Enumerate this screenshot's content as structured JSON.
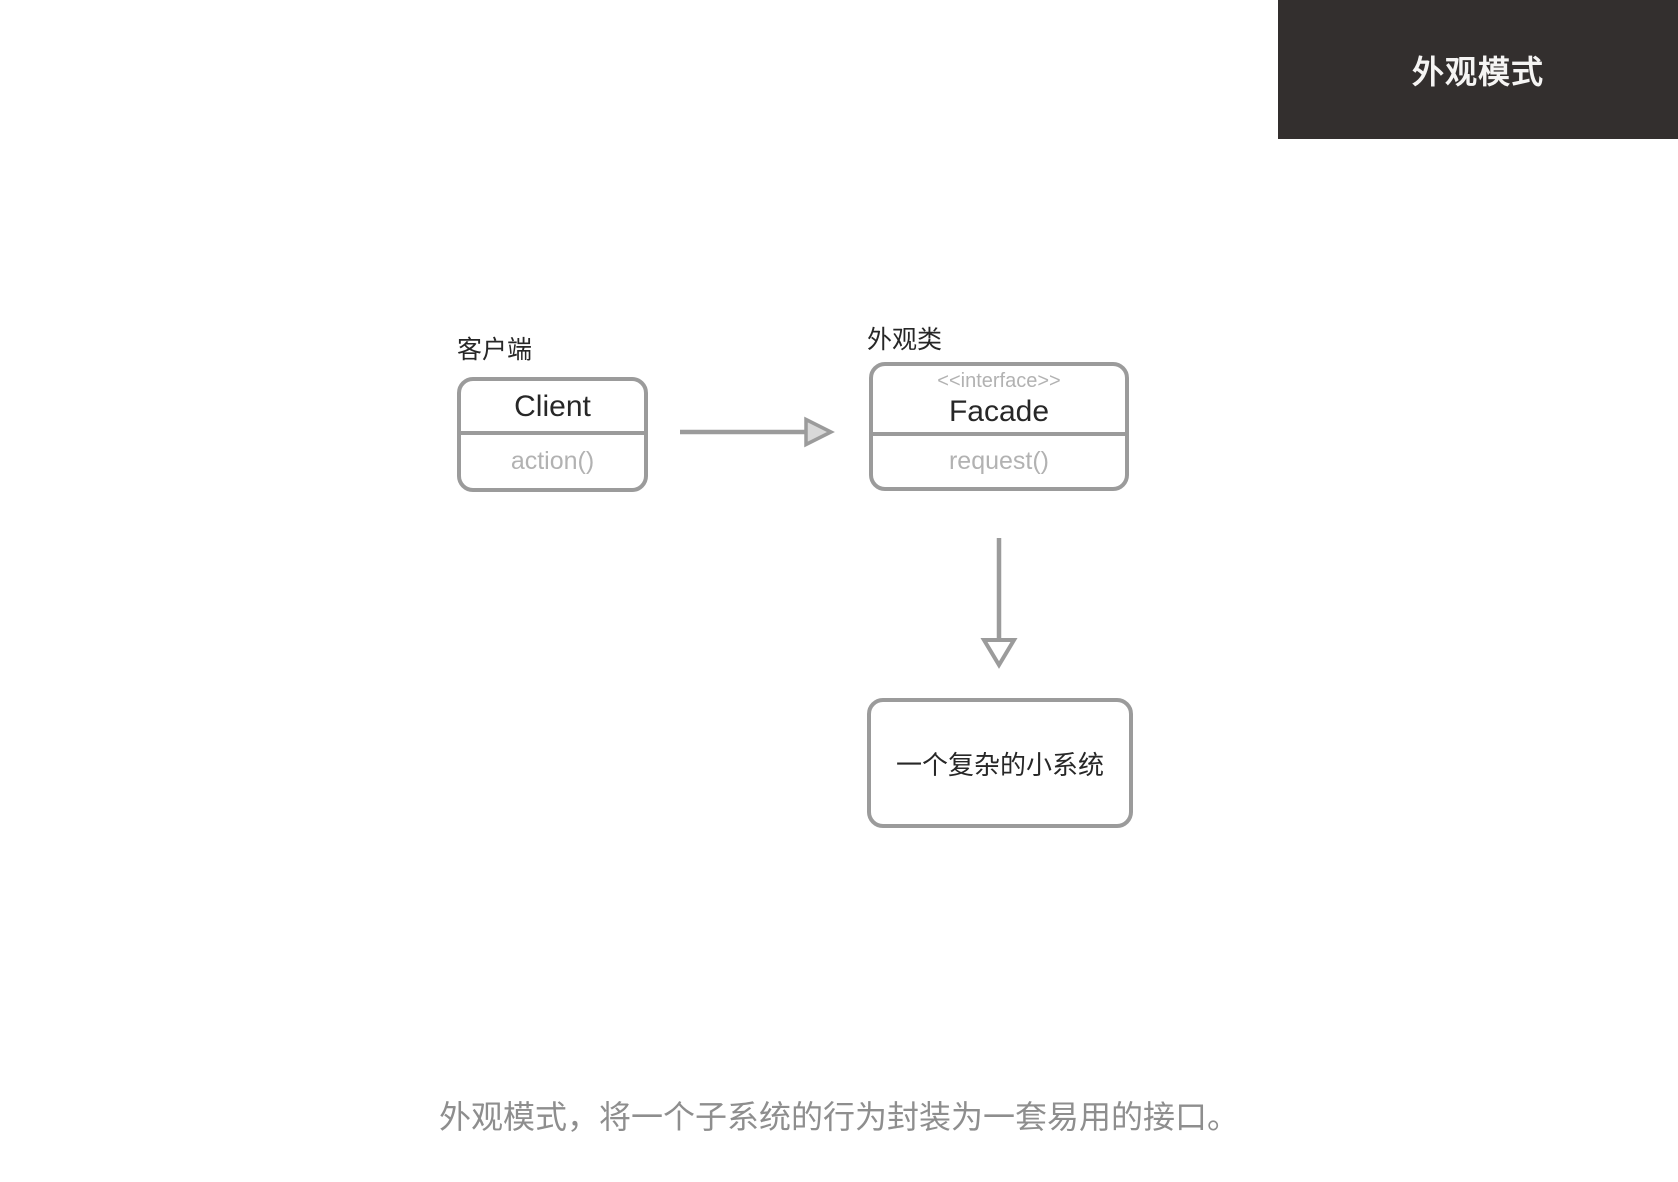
{
  "header": {
    "title": "外观模式"
  },
  "diagram": {
    "client": {
      "label": "客户端",
      "title": "Client",
      "method": "action()"
    },
    "facade": {
      "label": "外观类",
      "stereotype": "<<interface>>",
      "title": "Facade",
      "method": "request()"
    },
    "subsystem": {
      "title": "一个复杂的小系统"
    }
  },
  "caption": "外观模式，将一个子系统的行为封装为一套易用的接口。",
  "colors": {
    "page-bg": "#ffffff",
    "header-bg": "#332f2e",
    "header-fg": "#f5f4f3",
    "border": "#9b9b9b",
    "arrowhead-fill": "#d8d8d8",
    "text": "#272727",
    "muted": "#b2b2b2",
    "caption": "#8e8e8e"
  }
}
